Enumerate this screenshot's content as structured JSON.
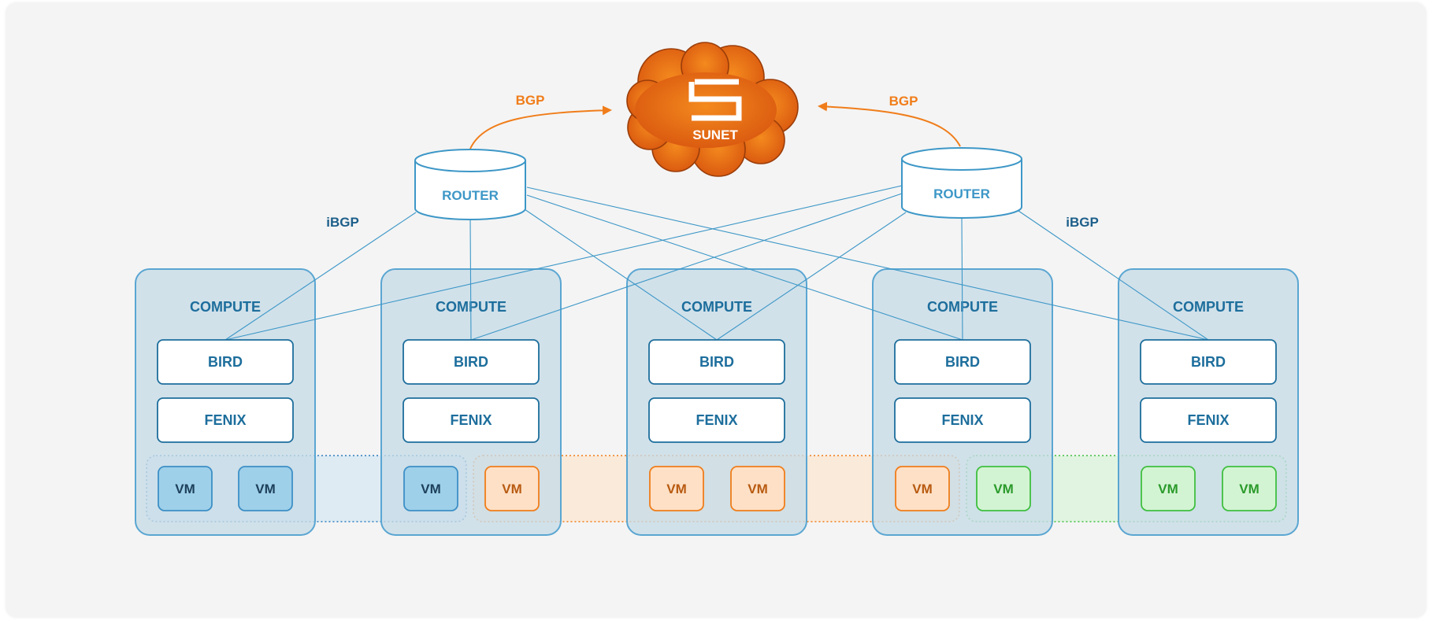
{
  "cloud": {
    "name": "SUNET"
  },
  "bgp_labels": {
    "left": "BGP",
    "right": "BGP"
  },
  "ibgp_labels": {
    "left": "iBGP",
    "right": "iBGP"
  },
  "routers": [
    {
      "label": "ROUTER"
    },
    {
      "label": "ROUTER"
    }
  ],
  "computes": [
    {
      "title": "COMPUTE",
      "bird": "BIRD",
      "fenix": "FENIX"
    },
    {
      "title": "COMPUTE",
      "bird": "BIRD",
      "fenix": "FENIX"
    },
    {
      "title": "COMPUTE",
      "bird": "BIRD",
      "fenix": "FENIX"
    },
    {
      "title": "COMPUTE",
      "bird": "BIRD",
      "fenix": "FENIX"
    },
    {
      "title": "COMPUTE",
      "bird": "BIRD",
      "fenix": "FENIX"
    }
  ],
  "vm_label": "VM",
  "colors": {
    "accent_orange": "#f07d1a",
    "compute_border": "#5aa6d2",
    "text_blue": "#1d6e9c",
    "vm_blue": "#9ed0ea",
    "vm_orange": "#fde0c6",
    "vm_green": "#d3f4d3"
  }
}
